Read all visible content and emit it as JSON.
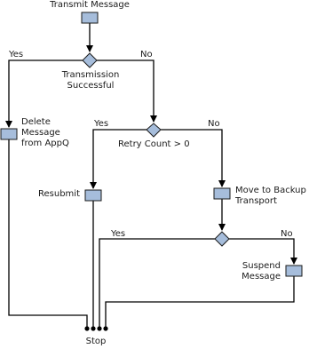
{
  "diagram": {
    "nodes": {
      "start": "Transmit Message",
      "decision1": "Transmission\nSuccessful",
      "delete": "Delete\nMessage\nfrom AppQ",
      "decision2": "Retry Count > 0",
      "resubmit": "Resubmit",
      "move_backup": "Move to Backup\nTransport",
      "suspend": "Suspend\nMessage",
      "stop": "Stop"
    },
    "edge_labels": {
      "d1_yes": "Yes",
      "d1_no": "No",
      "d2_yes": "Yes",
      "d2_no": "No",
      "d3_yes": "Yes",
      "d3_no": "No"
    },
    "colors": {
      "box_fill": "#a6bddb",
      "box_stroke": "#1a1a1a",
      "line": "#000000"
    }
  }
}
